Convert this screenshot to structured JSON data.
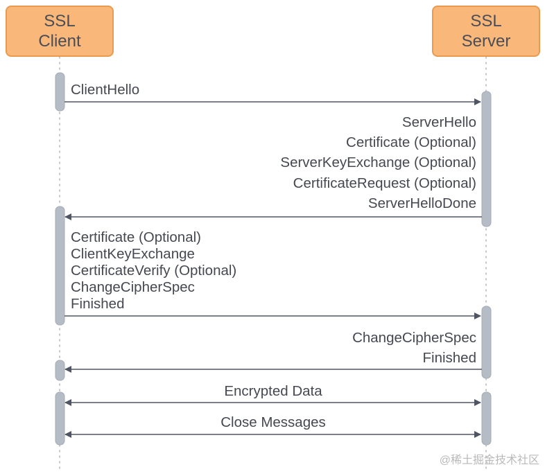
{
  "participants": {
    "client": {
      "line1": "SSL",
      "line2": "Client"
    },
    "server": {
      "line1": "SSL",
      "line2": "Server"
    }
  },
  "messages": {
    "client_hello": "ClientHello",
    "server_group": [
      "ServerHello",
      "Certificate (Optional)",
      "ServerKeyExchange (Optional)",
      "CertificateRequest (Optional)",
      "ServerHelloDone"
    ],
    "client_group": [
      "Certificate (Optional)",
      "ClientKeyExchange",
      "CertificateVerify (Optional)",
      "ChangeCipherSpec",
      "Finished"
    ],
    "server_finish_group": [
      "ChangeCipherSpec",
      "Finished"
    ],
    "encrypted_data": "Encrypted Data",
    "close_messages": "Close Messages"
  },
  "watermark": "@稀土掘金技术社区",
  "colors": {
    "participant_fill": "#f9b87a",
    "participant_stroke": "#e99a4e",
    "activation_fill": "#b6bcc6",
    "activation_stroke": "#a4abb6",
    "arrow": "#4f5562",
    "lifeline": "#b0b4ba"
  }
}
